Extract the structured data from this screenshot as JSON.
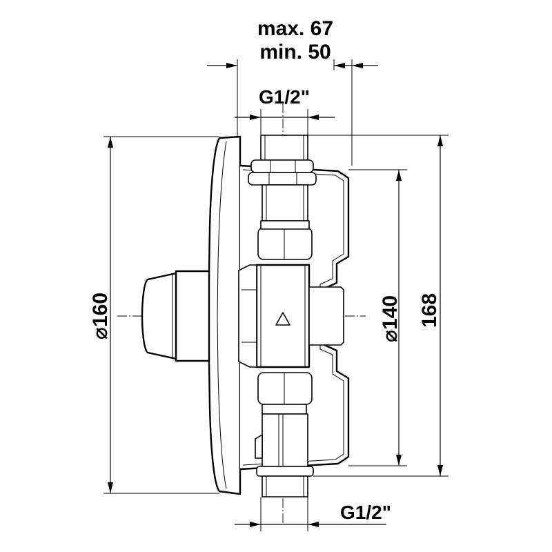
{
  "drawing": {
    "dimensions": {
      "depth_max": "max. 67",
      "depth_min": "min. 50",
      "thread_top": "G1/2\"",
      "thread_bottom": "G1/2\"",
      "cover_diameter": "⌀160",
      "box_diameter": "⌀140",
      "overall_height": "168"
    }
  }
}
